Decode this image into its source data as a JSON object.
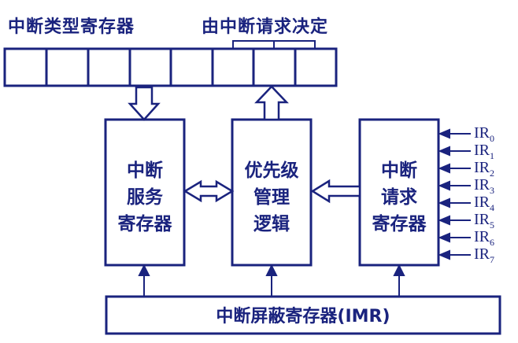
{
  "labels": {
    "type_register": "中断类型寄存器",
    "decided_by_request": "由中断请求决定",
    "service_register": [
      "中断",
      "服务",
      "寄存器"
    ],
    "priority_logic": [
      "优先级",
      "管理",
      "逻辑"
    ],
    "request_register": [
      "中断",
      "请求",
      "寄存器"
    ],
    "mask_register": "中断屏蔽寄存器(IMR)"
  },
  "ir_lines": [
    {
      "base": "IR",
      "sub": "0"
    },
    {
      "base": "IR",
      "sub": "1"
    },
    {
      "base": "IR",
      "sub": "2"
    },
    {
      "base": "IR",
      "sub": "3"
    },
    {
      "base": "IR",
      "sub": "4"
    },
    {
      "base": "IR",
      "sub": "5"
    },
    {
      "base": "IR",
      "sub": "6"
    },
    {
      "base": "IR",
      "sub": "7"
    }
  ],
  "colors": {
    "ink": "#1a237e",
    "background": "#ffffff"
  }
}
